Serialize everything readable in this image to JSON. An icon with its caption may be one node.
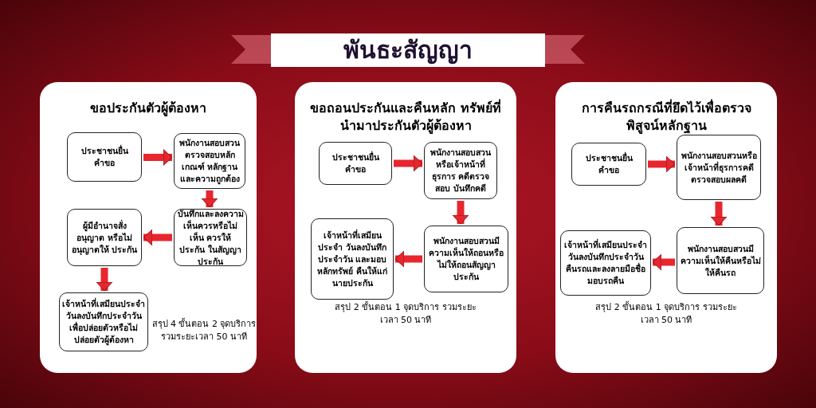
{
  "diagram": {
    "title": "พันธะสัญญา",
    "nodes": [
      {
        "text": [
          "ขอประกันตัวผู้ต้องหา",
          "สรุป 4 ขั้นตอน 2 จุดบริการ รวมระยะเวลา 50 นาที"
        ]
      },
      {
        "text": [
          "ประชาชนยื่น คำขอ"
        ],
        "in": 0
      },
      {
        "text": [
          "พนักงานสอบสวน ตรวจสอบหลัก เกณฑ์ หลักฐาน และความถูกต้อง"
        ],
        "in": 0
      },
      {
        "text": [
          "บันทึกและลงความ เห็นควรหรือไม่เห็น ควรให้ประกัน ในสัญญาประกัน"
        ],
        "in": 0
      },
      {
        "text": [
          "ผู้มีอำนาจสั่งอนุญาต หรือไม่อนุญาตให้ ประกัน"
        ],
        "in": 0
      },
      {
        "text": [
          "เจ้าหน้าที่เสมียนประจำ วันลงบันทึกประจำวัน เพื่อปล่อยตัวหรือไม่ ปล่อยตัวผู้ต้องหา"
        ],
        "in": 0
      },
      {
        "text": [
          "ขอถอนประกันและคืนหลัก ทรัพย์ที่นำมาประกันตัวผู้ต้องหา",
          "สรุป 2 ขั้นตอน 1 จุดบริการ รวมระยะเวลา 50 นาที"
        ]
      },
      {
        "text": [
          "ประชาชนยื่น คำขอ"
        ],
        "in": 6
      },
      {
        "text": [
          "พนักงานสอบสวน หรือเจ้าหน้าที่ธุรการ คดีตรวจสอบ บันทึกคดี"
        ],
        "in": 6
      },
      {
        "text": [
          "พนักงานสอบสวนมี ความเห็นให้ถอนหรือ ไม่ให้ถอนสัญญาประกัน"
        ],
        "in": 6
      },
      {
        "text": [
          "เจ้าหน้าที่เสมียนประจำ วันลงบันทึกประจำวัน และมอบหลักทรัพย์ คืนให้แก่นายประกัน"
        ],
        "in": 6
      },
      {
        "text": [
          "การคืนรถกรณีที่ยึดไว้เพื่อตรวจ พิสูจน์หลักฐาน",
          "สรุป 2 ขั้นตอน 1 จุดบริการ รวมระยะเวลา 50 นาที"
        ]
      },
      {
        "text": [
          "ประชาชนยื่น คำขอ"
        ],
        "in": 11
      },
      {
        "text": [
          "พนักงานสอบสวนหรือ เจ้าหน้าที่ธุรการคดี ตรวจสอบผลคดี"
        ],
        "in": 11
      },
      {
        "text": [
          "พนักงานสอบสวนมี ความเห็นให้คืนหรือไม่ ให้คืนรถ"
        ],
        "in": 11
      },
      {
        "text": [
          "เจ้าหน้าที่เสมียนประจำ วันลงบันทึกประจำวัน คืนรถและลงลายมือชื่อ มอบรถคืน"
        ],
        "in": 11
      }
    ],
    "edges": [
      {
        "from": 1,
        "to": 2,
        "arrow": "to"
      },
      {
        "from": 2,
        "to": 3,
        "arrow": "to"
      },
      {
        "from": 3,
        "to": 4,
        "arrow": "to"
      },
      {
        "from": 4,
        "to": 5,
        "arrow": "to"
      },
      {
        "from": 7,
        "to": 8,
        "arrow": "to"
      },
      {
        "from": 8,
        "to": 9,
        "arrow": "to"
      },
      {
        "from": 9,
        "to": 10,
        "arrow": "to"
      },
      {
        "from": 12,
        "to": 13,
        "arrow": "to"
      },
      {
        "from": 13,
        "to": 14,
        "arrow": "to"
      },
      {
        "from": 14,
        "to": 15,
        "arrow": "to"
      }
    ]
  }
}
